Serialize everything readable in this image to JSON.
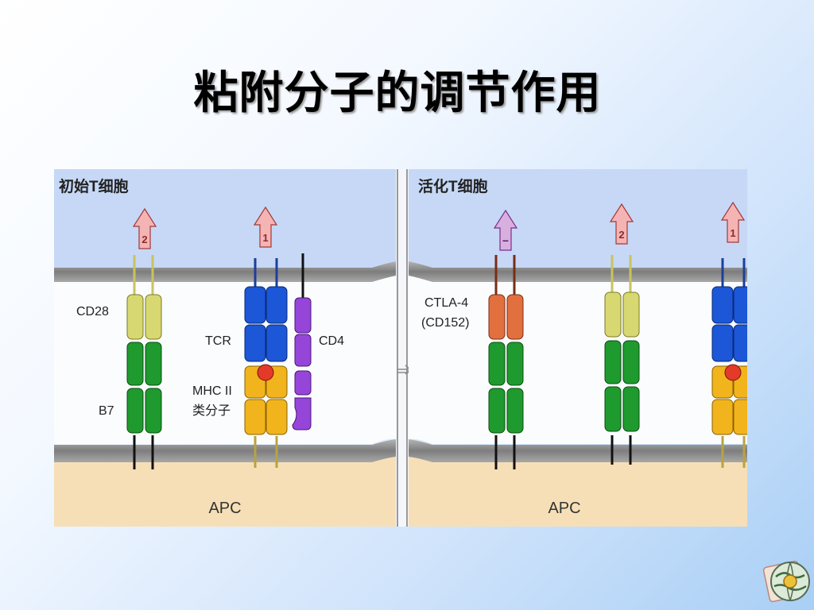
{
  "title": "粘附分子的调节作用",
  "panels": [
    {
      "heading": "初始T细胞",
      "membrane_label": "APC",
      "arrows": [
        "2",
        "1"
      ],
      "labels": [
        "CD28",
        "TCR",
        "CD4",
        "MHC II",
        "类分子",
        "B7"
      ]
    },
    {
      "heading": "活化T细胞",
      "membrane_label": "APC",
      "arrows": [
        "−",
        "2",
        "1"
      ],
      "labels": [
        "CTLA-4",
        "(CD152)"
      ]
    }
  ],
  "colors": {
    "t_cell_bg": "#c6d8f6",
    "cytoplasm_bg": "#fbfcfe",
    "apc_bg": "#f6dfb7",
    "membrane": "#8d8d8d",
    "cd28": "#d8d873",
    "b7": "#1f9a2e",
    "tcr": "#1b57d6",
    "mhc": "#f2b41c",
    "cd4": "#9645d9",
    "ctla4": "#e2703e",
    "antigen": "#e33a2a",
    "arrow_activate": "#f5b4b4",
    "arrow_inhibit": "#d8b0e0"
  },
  "logo_icon": "globe-logo-icon"
}
